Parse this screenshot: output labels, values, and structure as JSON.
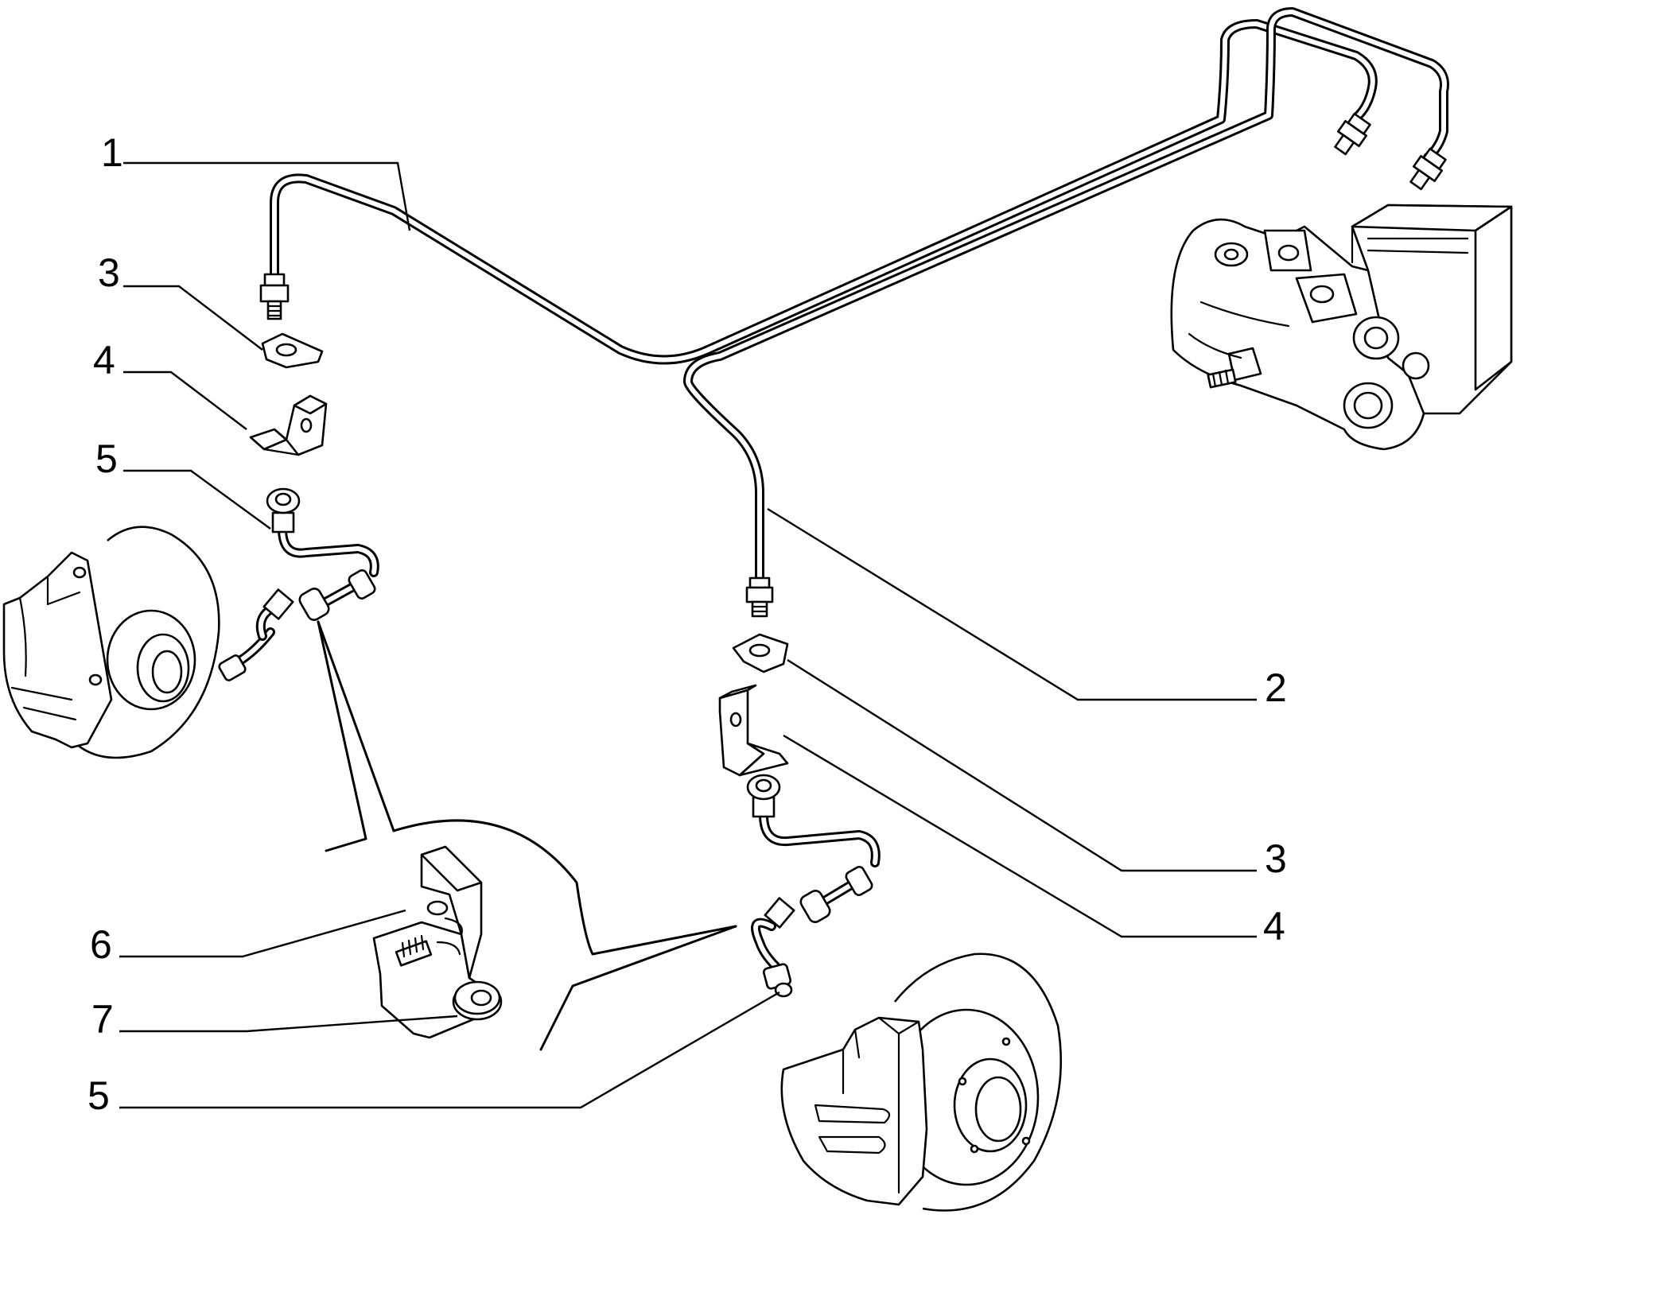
{
  "callouts": {
    "c1": "1",
    "c2": "2",
    "c3_left": "3",
    "c3_right": "3",
    "c4_left": "4",
    "c4_right": "4",
    "c5_left": "5",
    "c5_bottom": "5",
    "c6": "6",
    "c7": "7"
  },
  "colors": {
    "line": "#000000",
    "background": "#ffffff"
  }
}
